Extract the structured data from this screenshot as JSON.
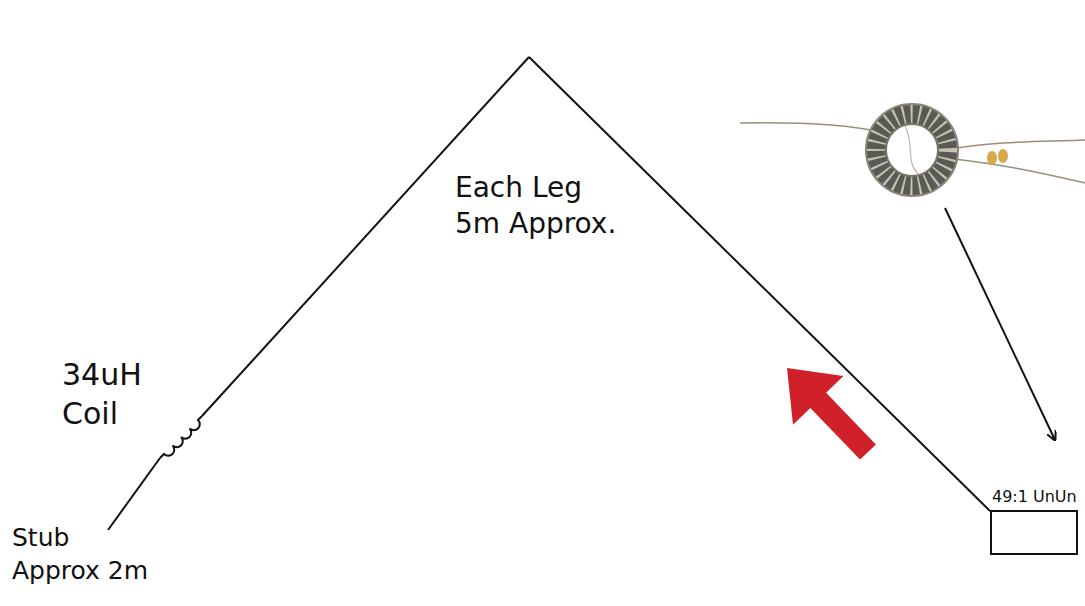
{
  "diagram": {
    "nodes": [
      {
        "text": [
          "49:1 UnUn"
        ]
      }
    ],
    "labels": [
      "Each Leg 5m Approx.",
      "34uH Coil",
      "Stub Approx 2m"
    ]
  }
}
